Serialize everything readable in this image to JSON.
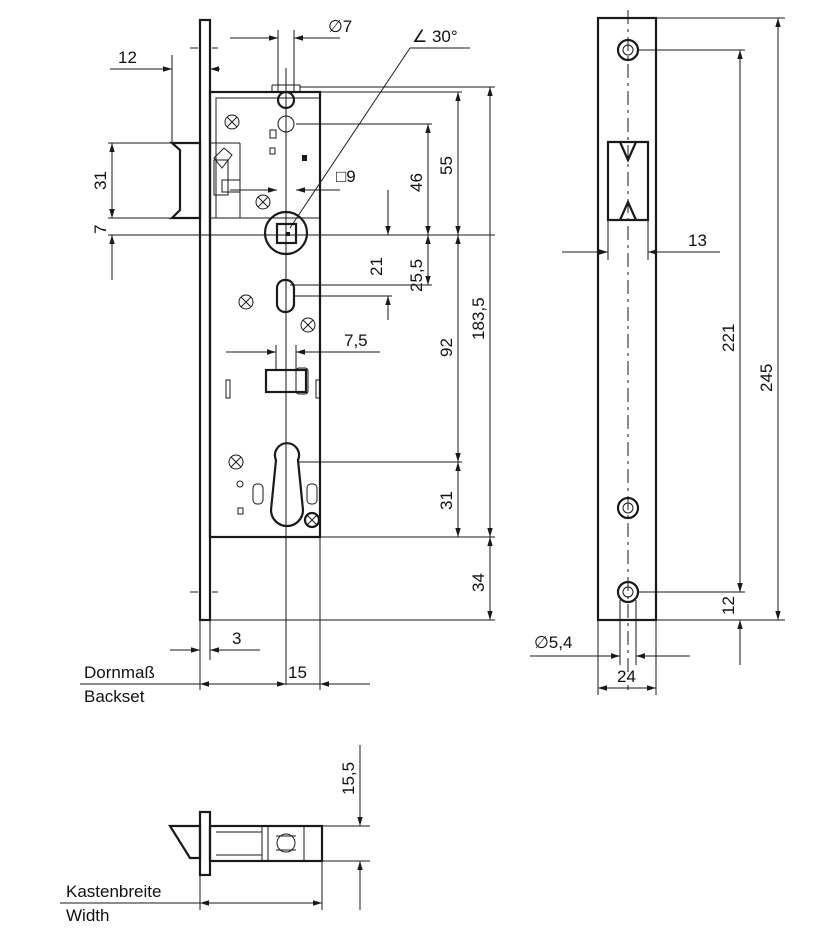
{
  "front_view": {
    "dims": {
      "d_12": "12",
      "d_phi7": "∅7",
      "d_angle": "∠ 30°",
      "d_31_latch": "31",
      "d_7": "7",
      "d_sq9": "□9",
      "d_46": "46",
      "d_55": "55",
      "d_21": "21",
      "d_25_5": "25,5",
      "d_183_5": "183,5",
      "d_7_5": "7,5",
      "d_92": "92",
      "d_31_cyl": "31",
      "d_34": "34",
      "d_3": "3",
      "d_15": "15"
    },
    "labels": {
      "backset_de": "Dornmaß",
      "backset_en": "Backset"
    }
  },
  "side_view": {
    "dims": {
      "d_13": "13",
      "d_221": "221",
      "d_245": "245",
      "d_12": "12",
      "d_phi5_4": "∅5,4",
      "d_24": "24"
    }
  },
  "bottom_view": {
    "dims": {
      "d_15_5": "15,5"
    },
    "labels": {
      "width_de": "Kastenbreite",
      "width_en": "Width"
    }
  }
}
